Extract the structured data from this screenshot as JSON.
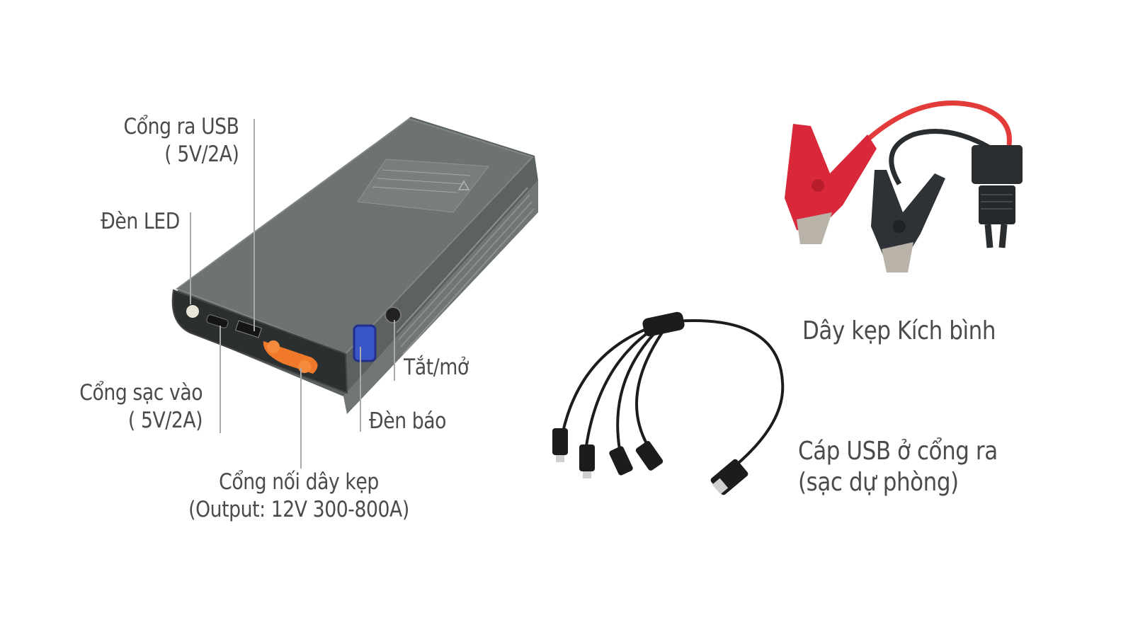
{
  "labels": {
    "usb_out_line1": "Cổng ra USB",
    "usb_out_line2": "( 5V/2A)",
    "led": "Đèn LED",
    "charge_in_line1": "Cổng sạc vào",
    "charge_in_line2": "( 5V/2A)",
    "clamp_port_line1": "Cổng nối dây kẹp",
    "clamp_port_line2": "(Output: 12V 300-800A)",
    "power": "Tắt/mở",
    "indicator": "Đèn báo",
    "clamp_cable": "Dây kẹp Kích bình",
    "usb_cable_line1": "Cáp USB ở cổng ra",
    "usb_cable_line2": "(sạc dự phòng)"
  },
  "colors": {
    "device_body": "#6b706e",
    "clamp_red": "#d8283a",
    "clamp_black": "#2e3236",
    "orange_cover": "#f07a2a",
    "indicator_blue": "#3a55c8"
  }
}
